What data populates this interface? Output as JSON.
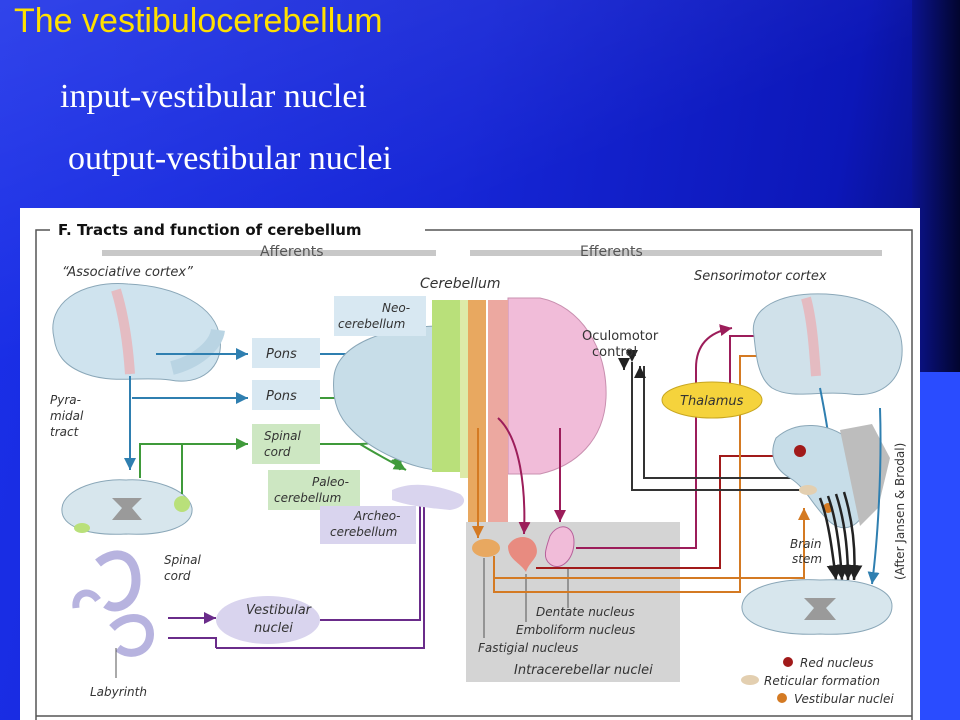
{
  "slide": {
    "title": "The vestibulocerebellum",
    "bullets": [
      "input-vestibular nuclei",
      "output-vestibular nuclei"
    ]
  },
  "figure": {
    "heading": "F. Tracts and function of cerebellum",
    "afferents": "Afferents",
    "efferents": "Efferents",
    "associative_cortex": "“Associative cortex”",
    "pyramidal_tract": [
      "Pyra-",
      "midal",
      "tract"
    ],
    "spinal_cord_left": [
      "Spinal",
      "cord"
    ],
    "labyrinth": "Labyrinth",
    "pons1": "Pons",
    "pons2": "Pons",
    "spinal_cord_box": [
      "Spinal",
      "cord"
    ],
    "vestibular_nuclei_left": [
      "Vestibular",
      "nuclei"
    ],
    "cerebellum": "Cerebellum",
    "neo": [
      "Neo-",
      "cerebellum"
    ],
    "paleo": [
      "Paleo-",
      "cerebellum"
    ],
    "archeo": [
      "Archeo-",
      "cerebellum"
    ],
    "oculomotor": [
      "Oculomotor",
      "control"
    ],
    "sensorimotor": "Sensorimotor cortex",
    "thalamus": "Thalamus",
    "brain_stem": [
      "Brain",
      "stem"
    ],
    "dentate": "Dentate nucleus",
    "emboliform": "Emboliform nucleus",
    "fastigial": "Fastigial nucleus",
    "intracerebellar": "Intracerebellar nuclei",
    "credit": "(After Jansen & Brodal)",
    "legend": [
      "Red nucleus",
      "Reticular formation",
      "Vestibular nuclei"
    ]
  },
  "colors": {
    "title": "#ffe000",
    "neo": "#b9e07a",
    "paleo": "#c9e89d",
    "archeo": "#c7c4e8",
    "vermis_orange": "#e8a860",
    "pink": "#f1bcd9",
    "afferent_blue": "#2f7fb0",
    "afferent_green": "#3f9a3a",
    "vestibular_purple": "#6a2c8a",
    "dentate_magenta": "#9c1d5a",
    "fastigial_orange": "#d47a23",
    "red_nucleus": "#a11a1a",
    "thalamus_yellow": "#f5d33c"
  }
}
